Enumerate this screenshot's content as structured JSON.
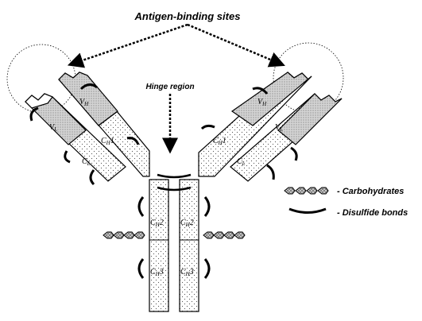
{
  "title": "Antigen-binding sites",
  "hinge_label": "Hinge region",
  "domains": {
    "vh": {
      "base": "V",
      "sub": "H"
    },
    "vl": {
      "base": "V",
      "sub": "L"
    },
    "ch1": {
      "base": "C",
      "sub": "H",
      "num": "1"
    },
    "cl": {
      "base": "C",
      "sub": "L"
    },
    "ch2": {
      "base": "C",
      "sub": "H",
      "num": "2"
    },
    "ch3": {
      "base": "C",
      "sub": "H",
      "num": "3"
    }
  },
  "legend": {
    "carbohydrates": "- Carbohydrates",
    "disulfide": "- Disulfide bonds"
  },
  "colors": {
    "outline": "#000000",
    "heavy_fill": "#ffffff",
    "variable_fill": "#cfcfcf",
    "carb_fill": "#c8c8c8"
  }
}
